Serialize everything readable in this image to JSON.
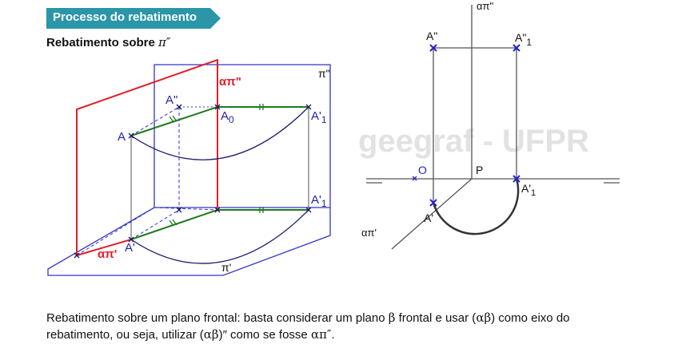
{
  "header": {
    "title": "Processo do rebatimento",
    "subtitle_prefix": "Rebatimento sobre ",
    "subtitle_symbol": "π″",
    "badge_color": "#2a96a8"
  },
  "watermark": {
    "text": "geegraf - UFPR"
  },
  "diagram_3d": {
    "labels": {
      "alpha_pi2": "απ\"",
      "pi2": "π\"",
      "A2": "A\"",
      "A0": "A",
      "A0_sub": "0",
      "A1_top": "A'",
      "A1_top_sub": "1",
      "A": "A",
      "A1_bottom": "A'",
      "A1_bottom_sub": "1",
      "A_prime": "A'",
      "alpha_pi1": "απ'",
      "pi1": "π'"
    }
  },
  "diagram_2d": {
    "labels": {
      "alpha_pi2": "απ\"",
      "A2": "A\"",
      "A2_1": "A\"",
      "A2_1_sub": "1",
      "O": "O",
      "P": "P",
      "A1_1": "A'",
      "A1_1_sub": "1",
      "A_prime": "A'",
      "alpha_pi1": "απ'"
    }
  },
  "caption": {
    "line1_a": "Rebatimento sobre um plano frontal: basta considerar um plano ",
    "line1_beta": "β",
    "line1_b": " frontal e usar (",
    "line1_ab": "αβ",
    "line1_c": ") como eixo do",
    "line2_a": "rebatimento, ou seja, utilizar (",
    "line2_ab": "αβ",
    "line2_b": ")″ como se fosse ",
    "line2_api": "απ″",
    "line2_c": "."
  },
  "colors": {
    "plane_blue": "#3333cc",
    "trace_red": "#e0202a",
    "green": "#1e7a1e",
    "navy": "#1a1a6a",
    "gray_line": "#555555",
    "watermark": "#e2e2e2"
  }
}
